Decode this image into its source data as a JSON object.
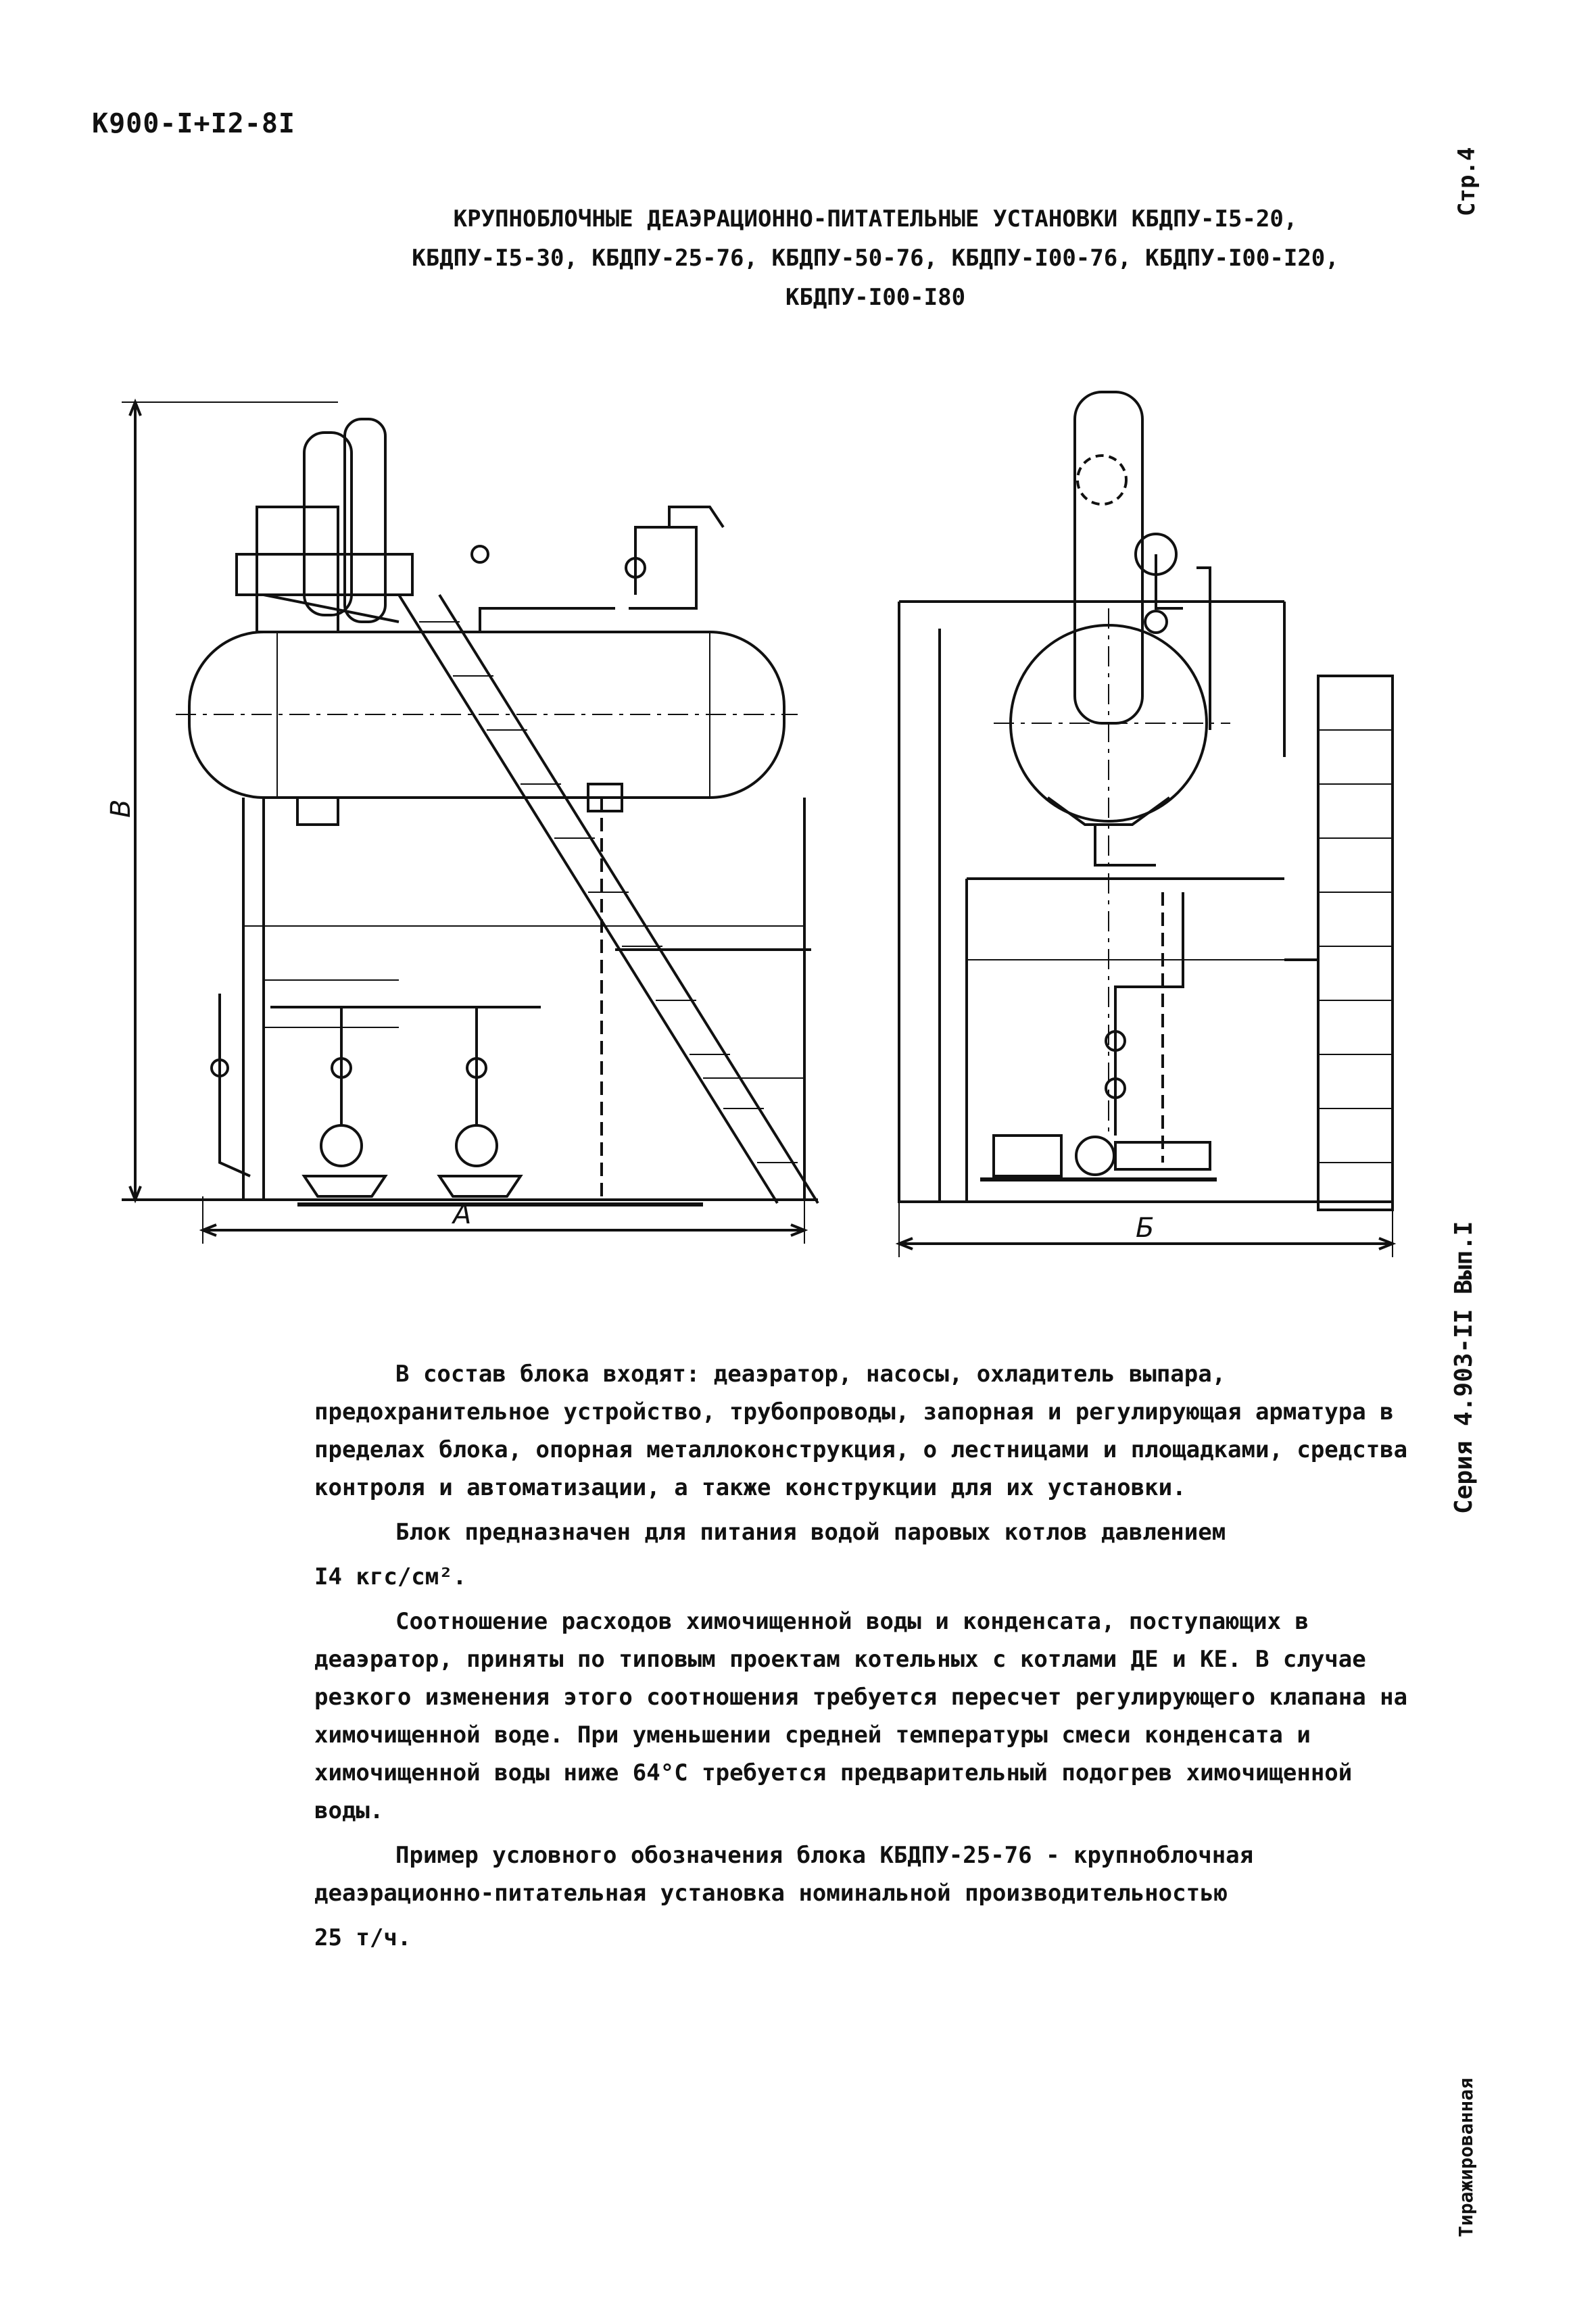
{
  "document": {
    "code": "К900-I+I2-8I",
    "page_label": "Стр.4",
    "series_label": "Серия 4.903-II Вып.I",
    "stamp": "Тиражированная",
    "title_lines": [
      "КРУПНОБЛОЧНЫЕ ДЕАЭРАЦИОННО-ПИТАТЕЛЬНЫЕ УСТАНОВКИ КБДПУ-I5-20,",
      "КБДПУ-I5-30, КБДПУ-25-76, КБДПУ-50-76, КБДПУ-I00-76, КБДПУ-I00-I20,",
      "КБДПУ-I00-I80"
    ],
    "drawing_labels": {
      "height": "B",
      "width_front": "A",
      "width_side": "Б"
    },
    "paragraphs": [
      "В состав блока входят: деаэратор, насосы, охладитель выпара, предохранительное устройство, трубопроводы, запорная и регулирующая арматура в пределах блока, опорная металлоконструкция, о лестницами и площадками, средства контроля и автоматизации, а также конструкции для их установки.",
      "Блок предназначен для питания водой паровых котлов давлением",
      "I4 кгс/см².",
      "Соотношение расходов химочищенной воды и конденсата, поступающих в деаэратор, приняты по типовым проектам котельных с котлами ДЕ и КЕ. В случае резкого изменения этого соотношения требуется пересчет регулирующего клапана на химочищенной воде. При уменьшении средней температуры смеси конденсата и химочищенной воды ниже 64°С требуется предварительный подогрев химочищенной воды.",
      "Пример условного обозначения блока КБДПУ-25-76 - крупноблочная деаэрационно-питательная установка номинальной производительностью",
      "25 т/ч."
    ]
  }
}
